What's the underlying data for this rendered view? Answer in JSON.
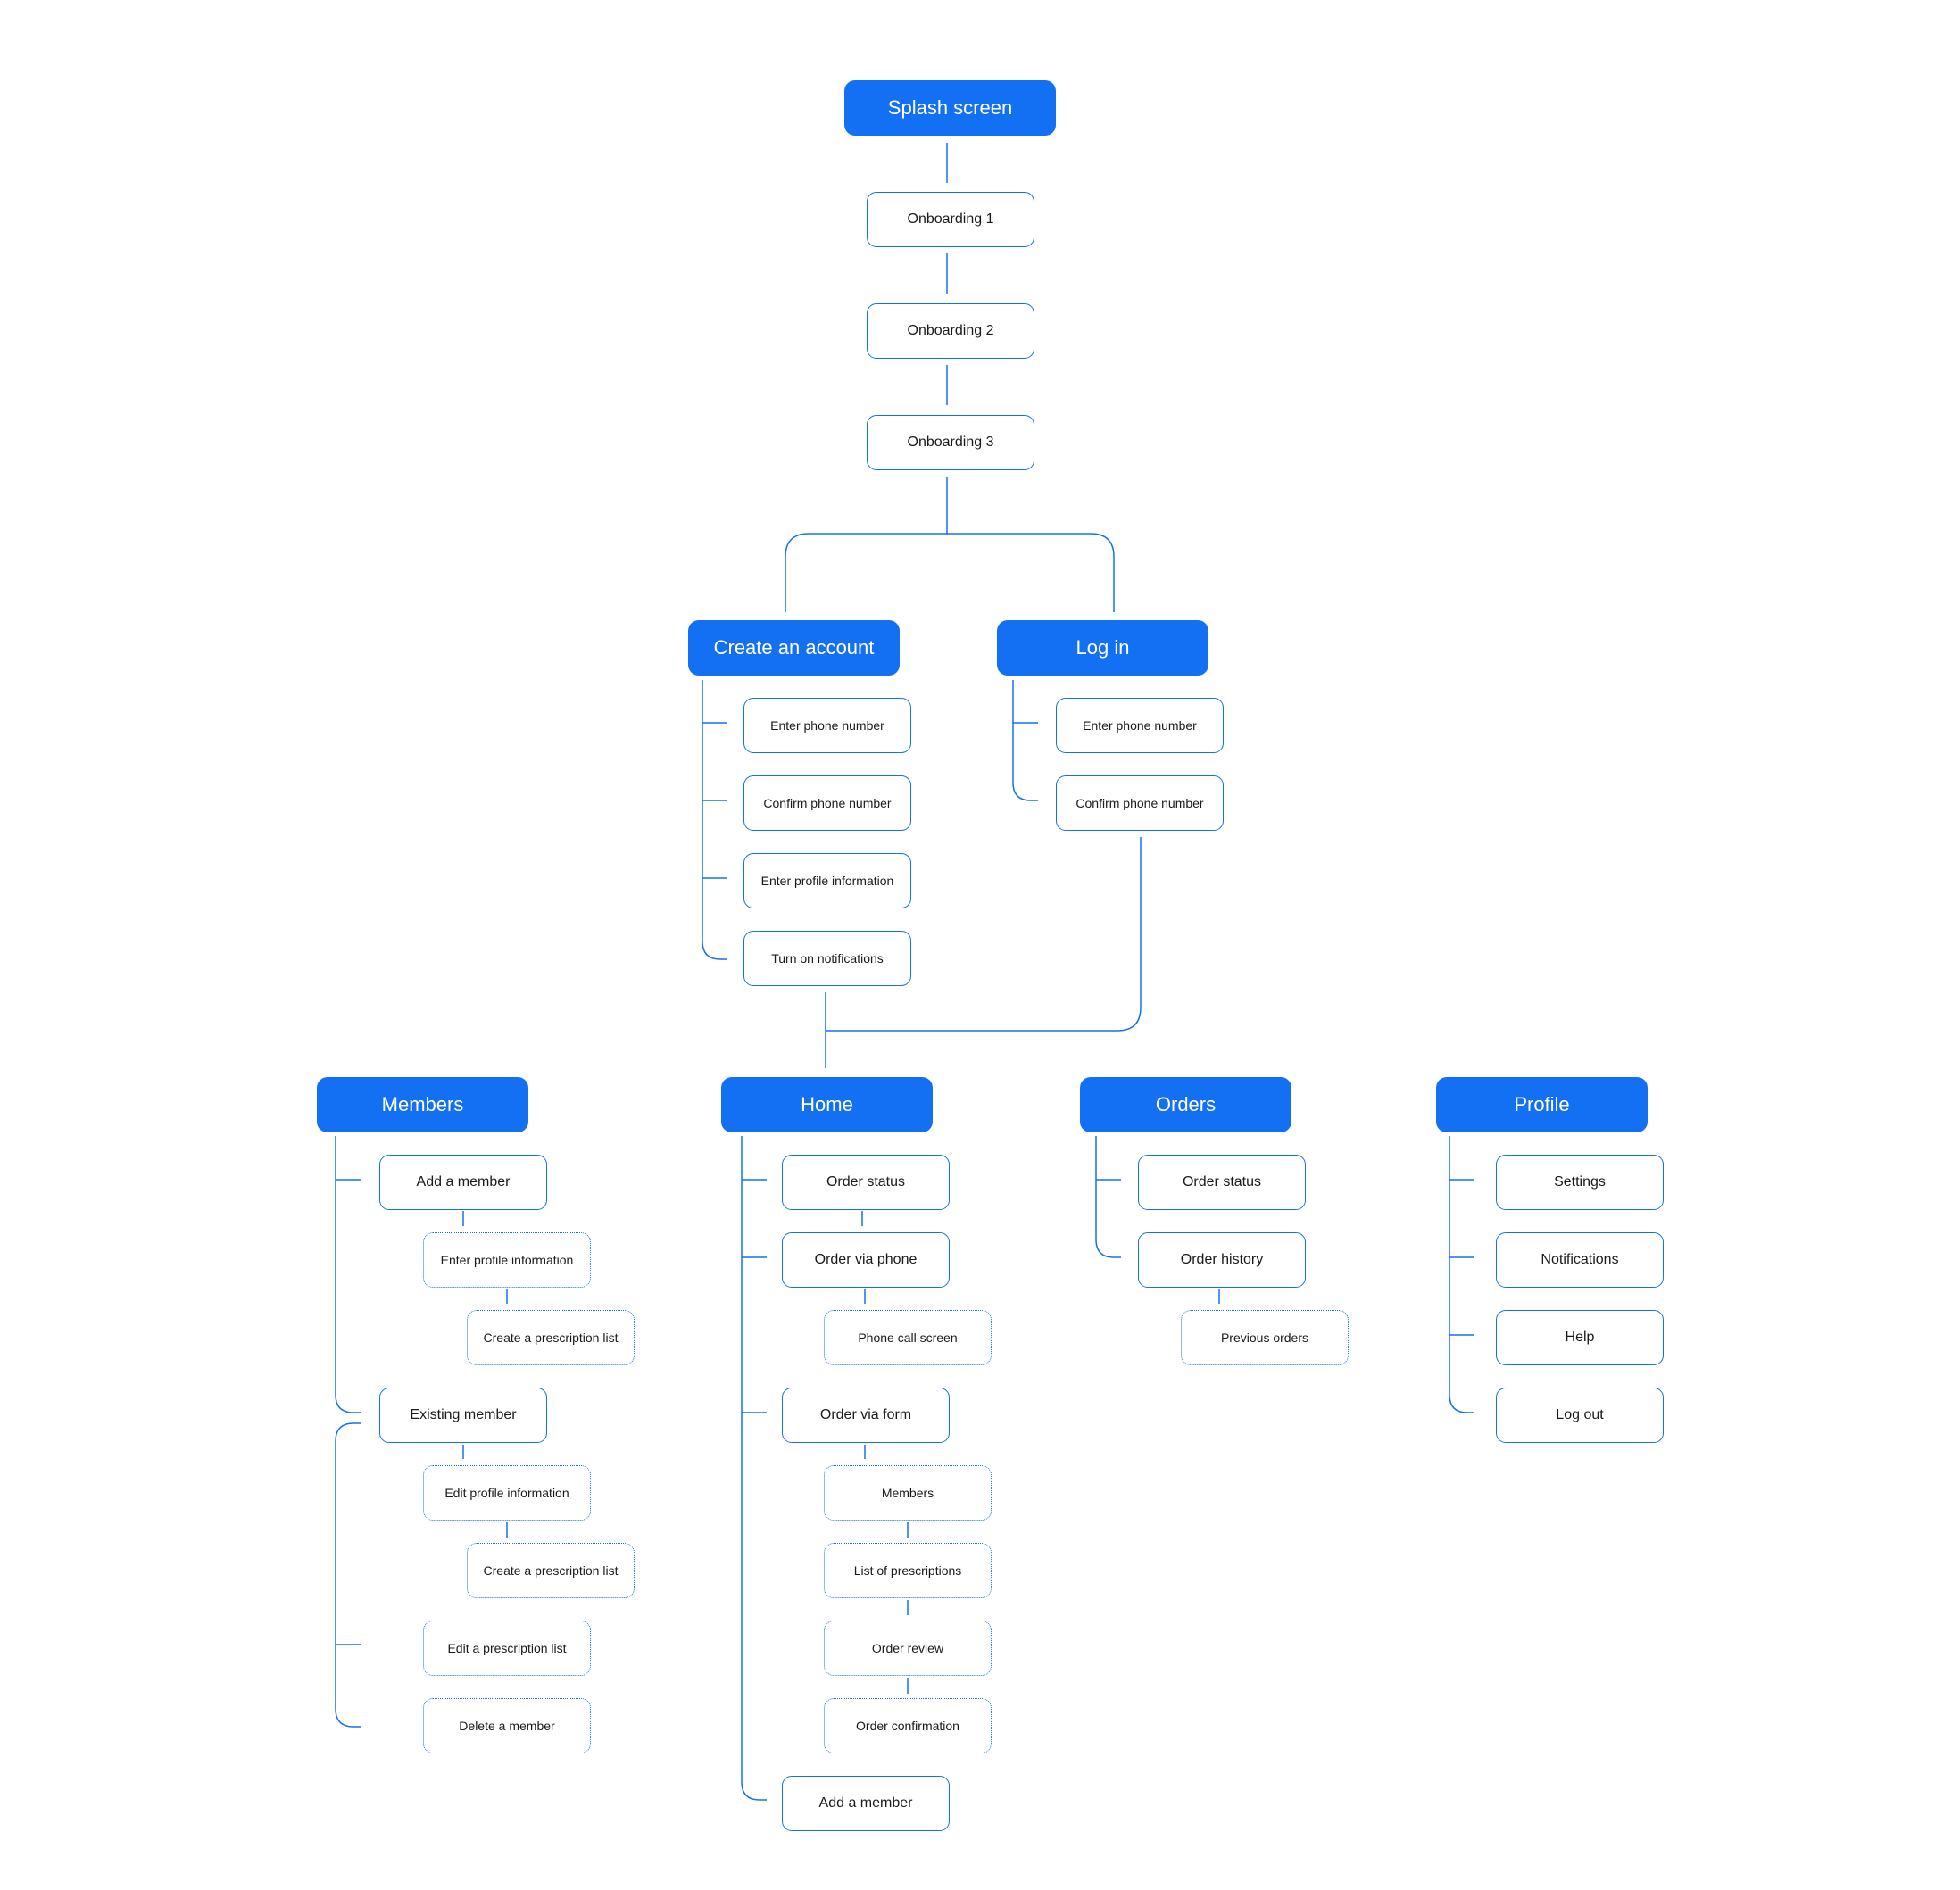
{
  "colors": {
    "accent": "#1370f3",
    "text": "#1a1a1a",
    "background": "#ffffff"
  },
  "nodes": {
    "splash_screen": "Splash screen",
    "onboarding_1": "Onboarding 1",
    "onboarding_2": "Onboarding 2",
    "onboarding_3": "Onboarding 3",
    "create_account": {
      "title": "Create an account",
      "enter_phone": "Enter phone number",
      "confirm_phone": "Confirm phone number",
      "enter_profile": "Enter profile information",
      "turn_on_notifications": "Turn on notifications"
    },
    "log_in": {
      "title": "Log in",
      "enter_phone": "Enter phone number",
      "confirm_phone": "Confirm phone number"
    },
    "members": {
      "title": "Members",
      "add_member": "Add a member",
      "add_enter_profile": "Enter profile information",
      "add_create_prescription": "Create a prescription list",
      "existing_member": "Existing member",
      "edit_profile": "Edit profile information",
      "existing_create_prescription": "Create a prescription list",
      "edit_prescription": "Edit a prescription list",
      "delete_member": "Delete a member"
    },
    "home": {
      "title": "Home",
      "order_status": "Order status",
      "order_via_phone": "Order via phone",
      "phone_call_screen": "Phone call screen",
      "order_via_form": "Order via form",
      "form_members": "Members",
      "list_of_prescriptions": "List of prescriptions",
      "order_review": "Order review",
      "order_confirmation": "Order confirmation",
      "add_member": "Add a member"
    },
    "orders": {
      "title": "Orders",
      "order_status": "Order status",
      "order_history": "Order history",
      "previous_orders": "Previous orders"
    },
    "profile": {
      "title": "Profile",
      "settings": "Settings",
      "notifications": "Notifications",
      "help": "Help",
      "log_out": "Log out"
    }
  }
}
